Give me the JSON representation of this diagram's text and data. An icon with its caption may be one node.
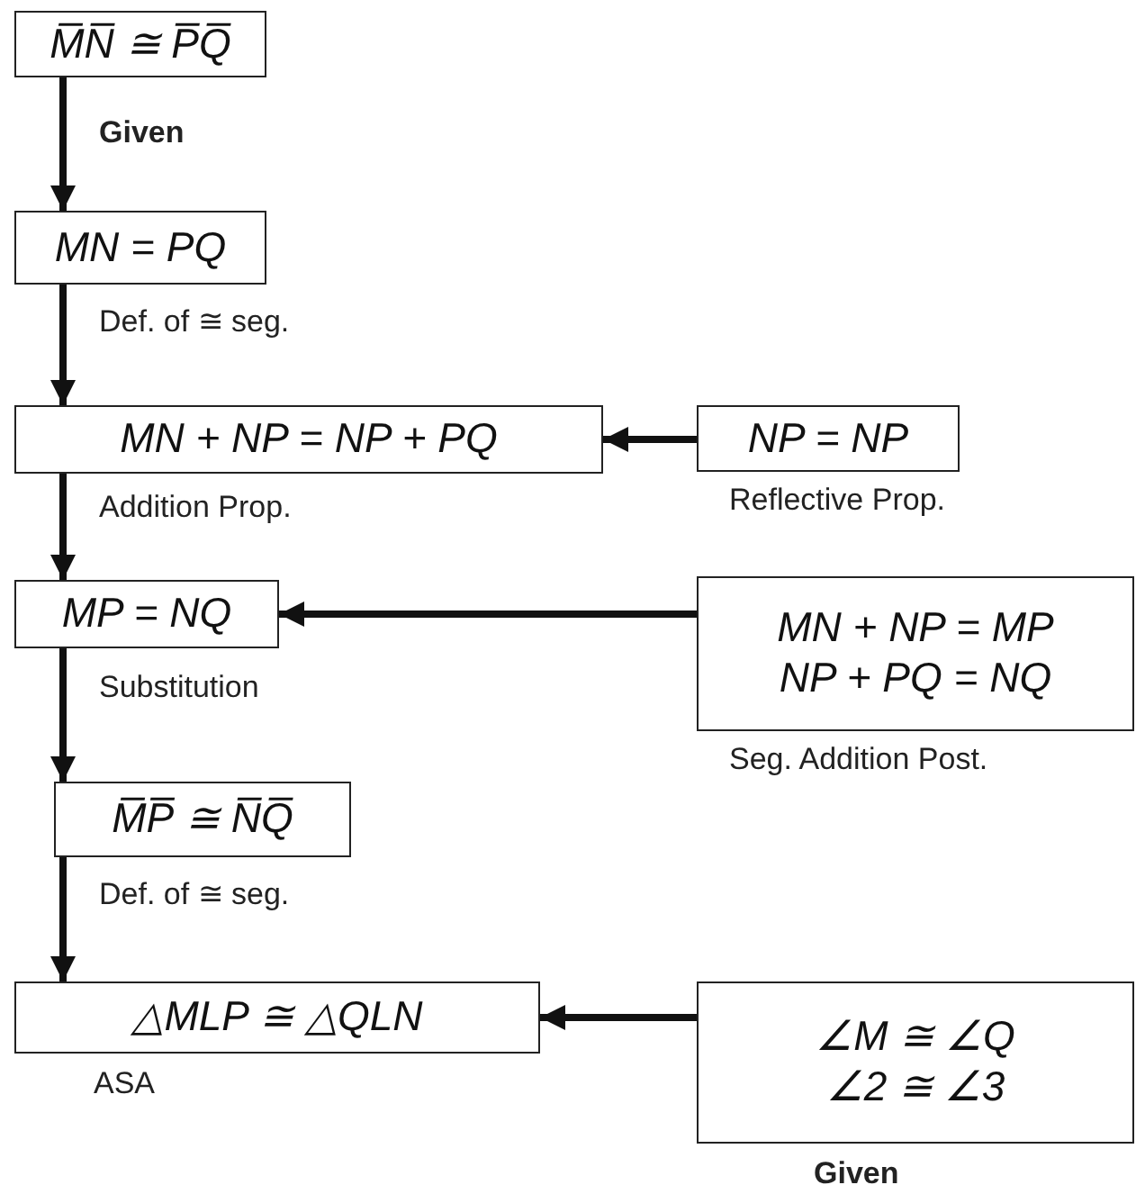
{
  "diagram": {
    "nodes": [
      {
        "text": [
          "M̅N̅ ≅ P̅Q̅"
        ]
      },
      {
        "text": [
          "MN = PQ"
        ]
      },
      {
        "text": [
          "MN + NP = NP + PQ"
        ]
      },
      {
        "text": [
          "MP = NQ"
        ]
      },
      {
        "text": [
          "M̅P̅ ≅ N̅Q̅"
        ]
      },
      {
        "text": [
          "△MLP ≅ △QLN"
        ],
        "beside": [
          "ASA"
        ]
      },
      {
        "text": [
          "NP = NP"
        ],
        "beside": [
          "Reflective Prop."
        ]
      },
      {
        "text": [
          "MN + NP = MP",
          "NP + PQ = NQ"
        ],
        "beside": [
          "Seg. Addition Post."
        ]
      },
      {
        "text": [
          "∠M ≅ ∠Q",
          "∠2 ≅ ∠3"
        ],
        "beside": [
          "Given"
        ]
      }
    ],
    "edges": [
      {
        "from": 0,
        "to": 1,
        "arrow": "to",
        "label": "Given"
      },
      {
        "from": 1,
        "to": 2,
        "arrow": "to",
        "label": "Def. of ≅ seg."
      },
      {
        "from": 2,
        "to": 3,
        "arrow": "to",
        "label": "Addition Prop."
      },
      {
        "from": 3,
        "to": 4,
        "arrow": "to",
        "label": "Substitution"
      },
      {
        "from": 4,
        "to": 5,
        "arrow": "to",
        "label": "Def. of ≅ seg."
      },
      {
        "from": 6,
        "to": 2,
        "arrow": "to"
      },
      {
        "from": 7,
        "to": 3,
        "arrow": "to"
      },
      {
        "from": 8,
        "to": 5,
        "arrow": "to"
      }
    ]
  }
}
